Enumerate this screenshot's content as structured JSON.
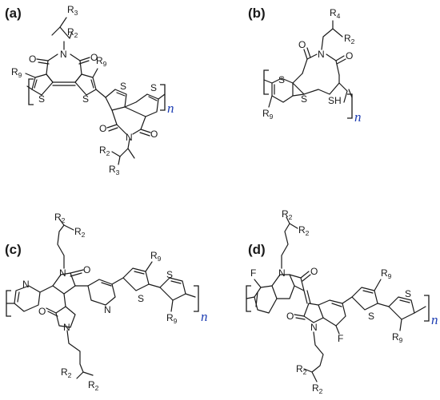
{
  "panels": {
    "a": {
      "label": "(a)",
      "atoms": {
        "N1": "N",
        "O1": "O",
        "O2": "O",
        "S1": "S",
        "S2": "S",
        "S3": "S",
        "S4": "S",
        "O3": "O",
        "O4": "O",
        "N2": "N"
      },
      "groups": {
        "R9_left": [
          "R",
          "9"
        ],
        "R9_right": [
          "R",
          "9"
        ],
        "R3_top": [
          "R",
          "3"
        ],
        "R2_top": [
          "R",
          "2"
        ],
        "R2_bottom": [
          "R",
          "2"
        ],
        "R3_bottom": [
          "R",
          "3"
        ]
      },
      "repeat": "n"
    },
    "b": {
      "label": "(b)",
      "atoms": {
        "N1": "N",
        "O1": "O",
        "O2": "O",
        "S1": "S",
        "S2": "S",
        "SH": "SH"
      },
      "groups": {
        "R4": [
          "R",
          "4"
        ],
        "R2": [
          "R",
          "2"
        ],
        "R9": [
          "R",
          "9"
        ]
      },
      "repeat": "n"
    },
    "c": {
      "label": "(c)",
      "atoms": {
        "N_py1": "N",
        "N_top": "N",
        "O_top": "O",
        "N_bot": "N",
        "O_bot": "O",
        "N_py2": "N",
        "S1": "S",
        "S2": "S"
      },
      "groups": {
        "R2a_top": [
          "R",
          "2"
        ],
        "R2b_top": [
          "R",
          "2"
        ],
        "R2a_bot": [
          "R",
          "2"
        ],
        "R2b_bot": [
          "R",
          "2"
        ],
        "R9_top": [
          "R",
          "9"
        ],
        "R9_bot": [
          "R",
          "9"
        ]
      },
      "repeat": "n"
    },
    "d": {
      "label": "(d)",
      "atoms": {
        "F1": "F",
        "N1": "N",
        "O1": "O",
        "O2": "O",
        "N2": "N",
        "F2": "F",
        "S1": "S",
        "S2": "S"
      },
      "groups": {
        "R2a_top": [
          "R",
          "2"
        ],
        "R2b_top": [
          "R",
          "2"
        ],
        "R2a_bot": [
          "R",
          "2"
        ],
        "R2b_bot": [
          "R",
          "2"
        ],
        "R9_top": [
          "R",
          "9"
        ],
        "R9_bot": [
          "R",
          "9"
        ]
      },
      "repeat": "n"
    }
  }
}
